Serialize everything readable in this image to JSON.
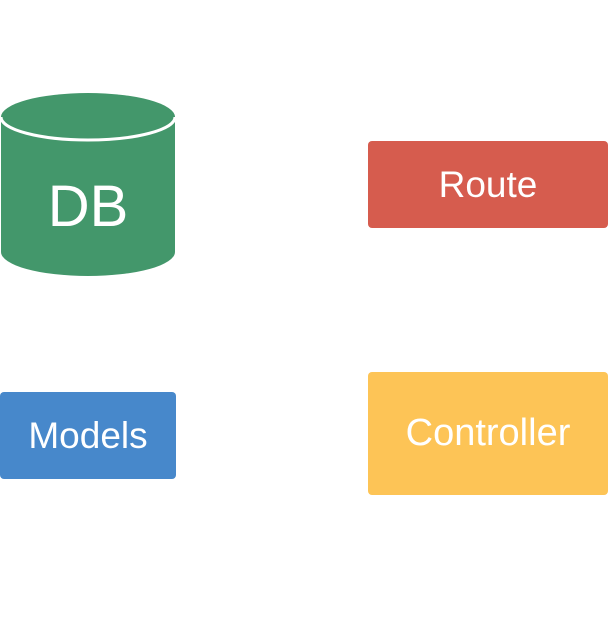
{
  "nodes": {
    "db": {
      "label": "DB",
      "color": "#43976B",
      "shape": "cylinder"
    },
    "route": {
      "label": "Route",
      "color": "#D65C4E",
      "shape": "rectangle"
    },
    "models": {
      "label": "Models",
      "color": "#4788CB",
      "shape": "rectangle"
    },
    "controller": {
      "label": "Controller",
      "color": "#FDC456",
      "shape": "rectangle"
    }
  }
}
